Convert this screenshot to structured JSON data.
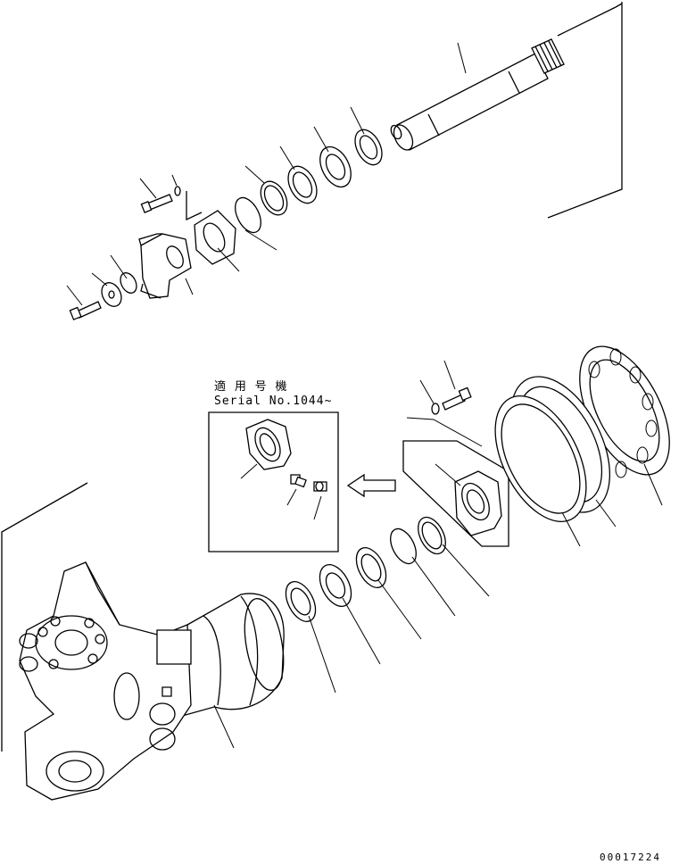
{
  "inset": {
    "label_line1": "適 用 号 機",
    "label_line2": "Serial No.1044~"
  },
  "document": {
    "number": "00017224"
  }
}
